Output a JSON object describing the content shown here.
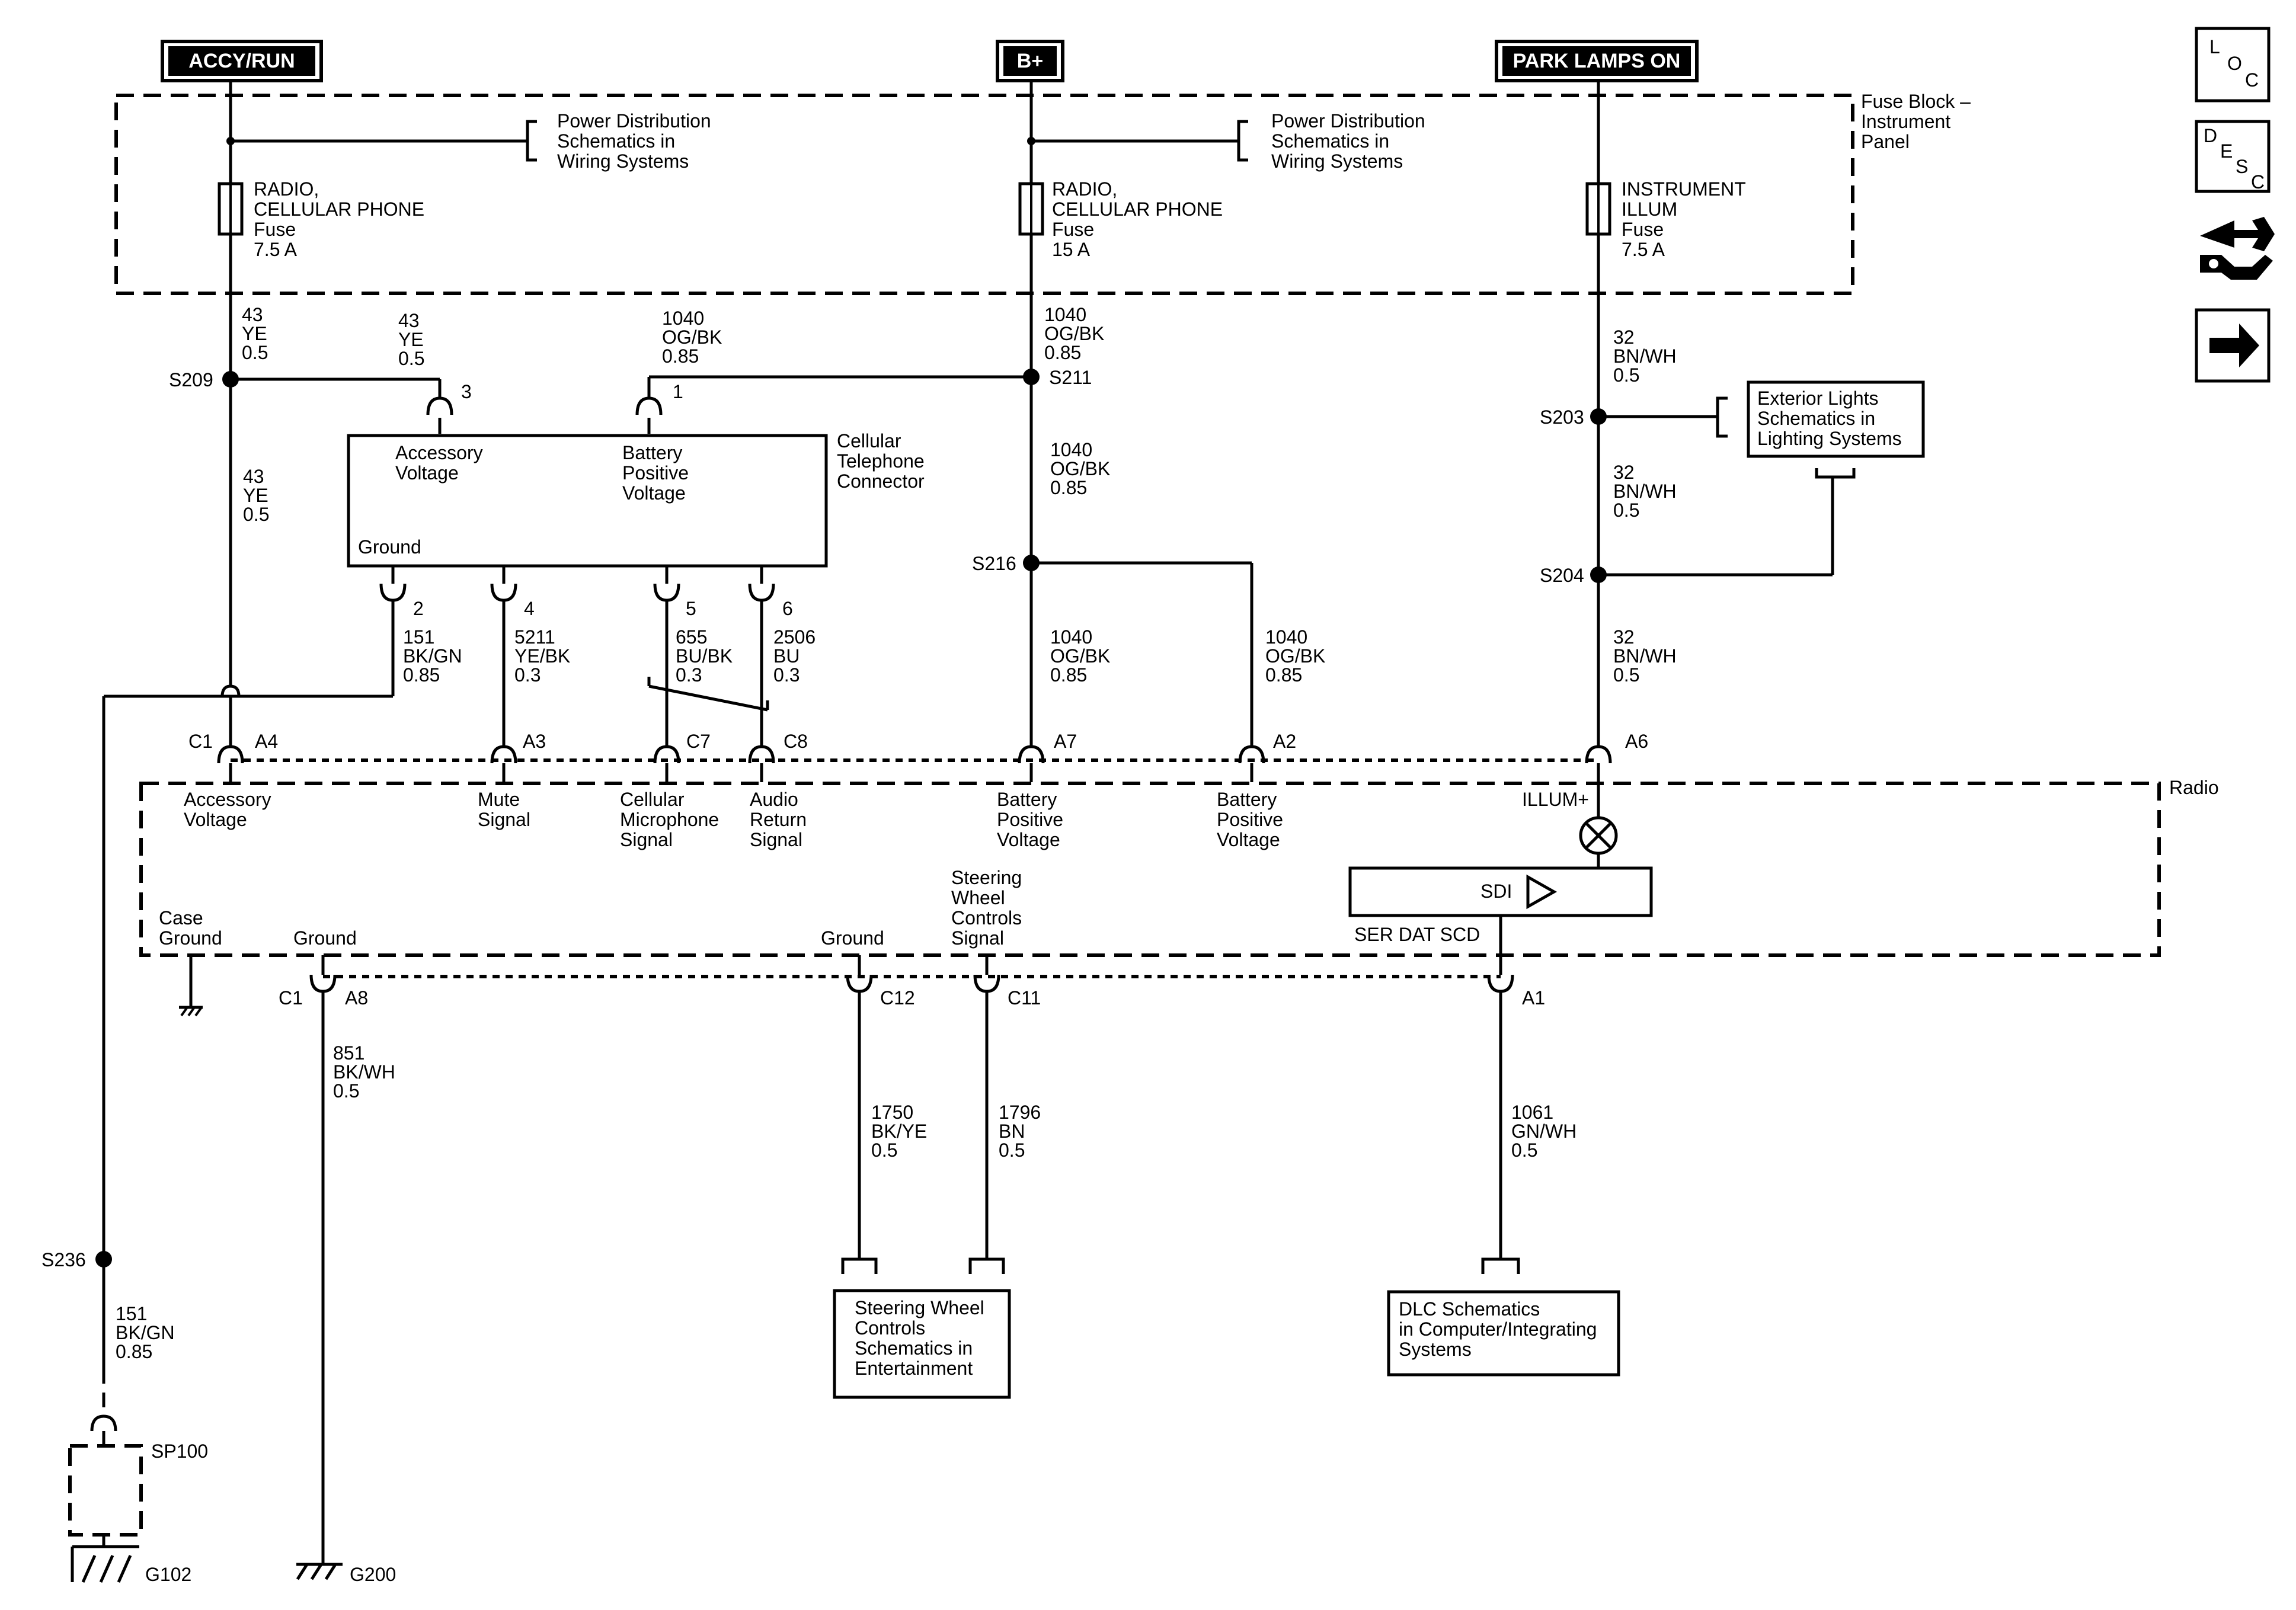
{
  "sources": {
    "accy": "ACCY/RUN",
    "bplus": "B+",
    "park": "PARK LAMPS ON"
  },
  "fuse_block": [
    "Fuse Block –",
    "Instrument",
    "Panel"
  ],
  "power_dist": [
    "Power Distribution",
    "Schematics in",
    "Wiring Systems"
  ],
  "fuses": {
    "f1": [
      "RADIO,",
      "CELLULAR PHONE",
      "Fuse",
      "7.5 A"
    ],
    "f2": [
      "RADIO,",
      "CELLULAR PHONE",
      "Fuse",
      "15 A"
    ],
    "f3": [
      "INSTRUMENT",
      "ILLUM",
      "Fuse",
      "7.5 A"
    ]
  },
  "wires": {
    "w43a": [
      "43",
      "YE",
      "0.5"
    ],
    "w43b": [
      "43",
      "YE",
      "0.5"
    ],
    "w43c": [
      "43",
      "YE",
      "0.5"
    ],
    "w1040a": [
      "1040",
      "OG/BK",
      "0.85"
    ],
    "w1040b": [
      "1040",
      "OG/BK",
      "0.85"
    ],
    "w1040c": [
      "1040",
      "OG/BK",
      "0.85"
    ],
    "w1040d": [
      "1040",
      "OG/BK",
      "0.85"
    ],
    "w1040e": [
      "1040",
      "OG/BK",
      "0.85"
    ],
    "w32a": [
      "32",
      "BN/WH",
      "0.5"
    ],
    "w32b": [
      "32",
      "BN/WH",
      "0.5"
    ],
    "w32c": [
      "32",
      "BN/WH",
      "0.5"
    ],
    "w151a": [
      "151",
      "BK/GN",
      "0.85"
    ],
    "w151b": [
      "151",
      "BK/GN",
      "0.85"
    ],
    "w5211": [
      "5211",
      "YE/BK",
      "0.3"
    ],
    "w655": [
      "655",
      "BU/BK",
      "0.3"
    ],
    "w2506": [
      "2506",
      "BU",
      "0.3"
    ],
    "w851": [
      "851",
      "BK/WH",
      "0.5"
    ],
    "w1750": [
      "1750",
      "BK/YE",
      "0.5"
    ],
    "w1796": [
      "1796",
      "BN",
      "0.5"
    ],
    "w1061": [
      "1061",
      "GN/WH",
      "0.5"
    ]
  },
  "splices": {
    "s209": "S209",
    "s211": "S211",
    "s216": "S216",
    "s203": "S203",
    "s204": "S204",
    "s236": "S236",
    "sp100": "SP100"
  },
  "grounds": {
    "g102": "G102",
    "g200": "G200"
  },
  "cell_connector": {
    "title": [
      "Cellular",
      "Telephone",
      "Connector"
    ],
    "accessory": [
      "Accessory",
      "Voltage"
    ],
    "battery": [
      "Battery",
      "Positive",
      "Voltage"
    ],
    "ground": "Ground",
    "pins": {
      "p3": "3",
      "p1": "1",
      "p2": "2",
      "p4": "4",
      "p5": "5",
      "p6": "6"
    }
  },
  "exterior_lights": [
    "Exterior Lights",
    "Schematics in",
    "Lighting Systems"
  ],
  "radio": {
    "title": "Radio",
    "c1": "C1",
    "pins_top": {
      "a4": "A4",
      "a3": "A3",
      "c7": "C7",
      "c8": "C8",
      "a7": "A7",
      "a2": "A2",
      "a6": "A6"
    },
    "accessory": [
      "Accessory",
      "Voltage"
    ],
    "mute": [
      "Mute",
      "Signal"
    ],
    "mic": [
      "Cellular",
      "Microphone",
      "Signal"
    ],
    "audio": [
      "Audio",
      "Return",
      "Signal"
    ],
    "batt1": [
      "Battery",
      "Positive",
      "Voltage"
    ],
    "batt2": [
      "Battery",
      "Positive",
      "Voltage"
    ],
    "illum": "ILLUM+",
    "sdi": "SDI",
    "ser": "SER DAT SCD",
    "case_ground": [
      "Case",
      "Ground"
    ],
    "ground1": "Ground",
    "ground2": "Ground",
    "swc": [
      "Steering",
      "Wheel",
      "Controls",
      "Signal"
    ],
    "c1b": "C1",
    "pins_bottom": {
      "a8": "A8",
      "c12": "C12",
      "c11": "C11",
      "a1": "A1"
    }
  },
  "swc_box": [
    "Steering Wheel",
    "Controls",
    "Schematics in",
    "Entertainment"
  ],
  "dlc_box": [
    "DLC Schematics",
    "in Computer/Integrating",
    "Systems"
  ],
  "side_icons": {
    "loc": [
      "L",
      "O",
      "C"
    ],
    "desc": [
      "D",
      "E",
      "S",
      "C"
    ],
    "icons": [
      "wrench-icon",
      "arrow-right-icon"
    ]
  }
}
